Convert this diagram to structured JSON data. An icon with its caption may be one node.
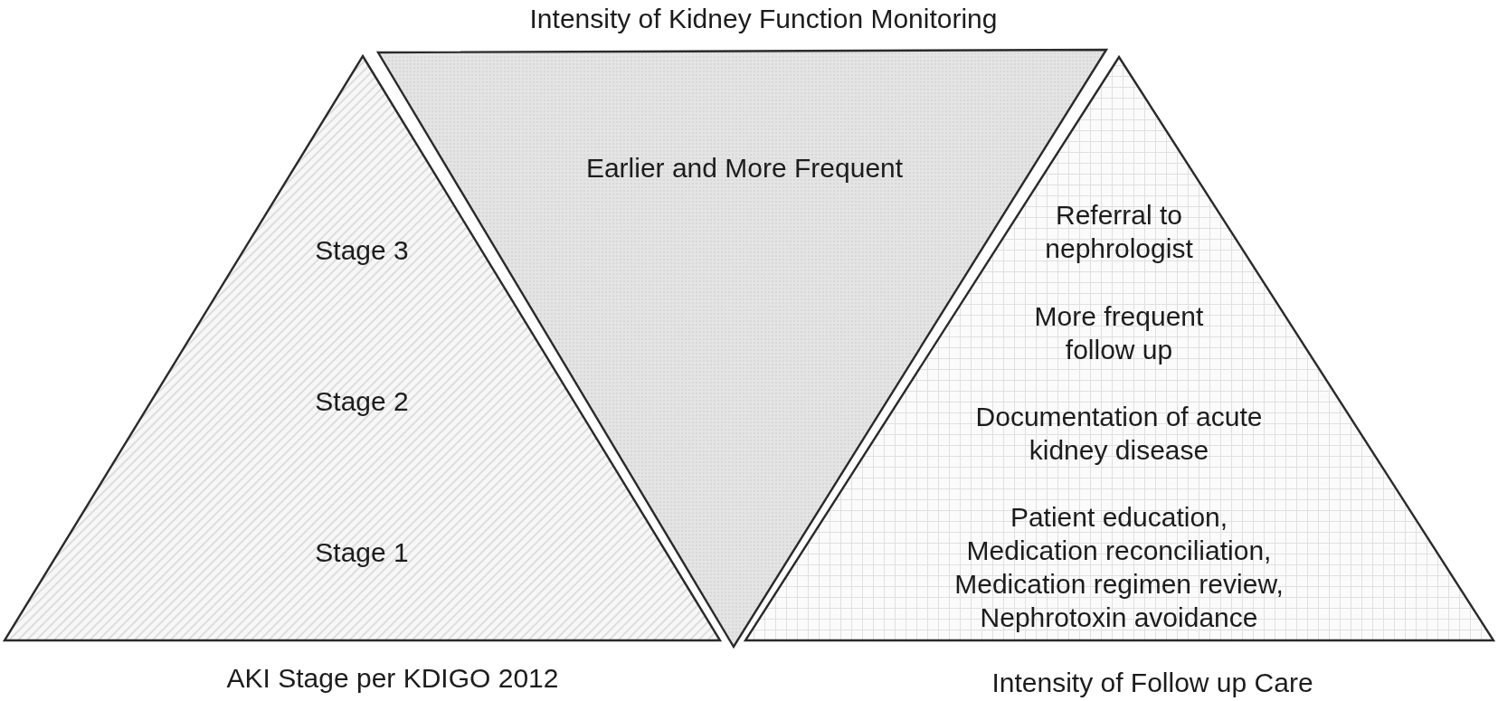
{
  "diagram": {
    "nodes": [
      {
        "text": [
          "Stage 3",
          "Stage 2",
          "Stage 1",
          "AKI Stage per KDIGO 2012"
        ]
      },
      {
        "text": [
          "Intensity of Kidney Function Monitoring",
          "Earlier and More Frequent"
        ]
      },
      {
        "text": [
          "Referral to nephrologist",
          "More frequent follow up",
          "Documentation of acute kidney disease",
          "Patient education, Medication reconciliation, Medication regimen review, Nephrotoxin avoidance",
          "Intensity of Follow up Care"
        ]
      }
    ]
  }
}
